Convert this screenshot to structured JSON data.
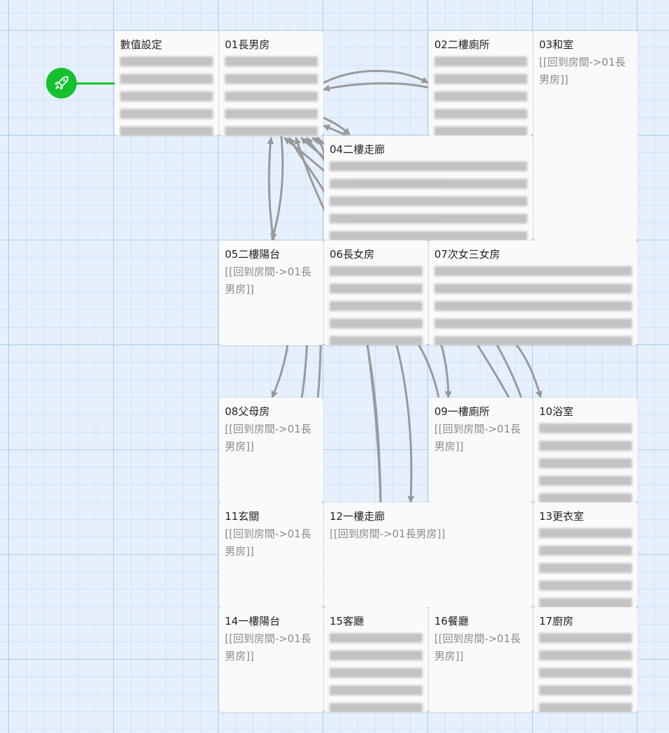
{
  "story": {
    "start_icon": "rocket-icon",
    "start_color": "#16c12f",
    "accent_link_color": "#999999"
  },
  "passages": [
    {
      "id": "settings",
      "title": "數值設定",
      "excerpt": "",
      "obscured": true
    },
    {
      "id": "p01",
      "title": "01長男房",
      "excerpt": "",
      "obscured": true
    },
    {
      "id": "p02",
      "title": "02二樓廁所",
      "excerpt": "",
      "obscured": true
    },
    {
      "id": "p03",
      "title": "03和室",
      "excerpt": "[[回到房間->01長男房]]",
      "obscured": false
    },
    {
      "id": "p04",
      "title": "04二樓走廊",
      "excerpt": "",
      "obscured": true
    },
    {
      "id": "p05",
      "title": "05二樓陽台",
      "excerpt": "[[回到房間->01長男房]]",
      "obscured": false
    },
    {
      "id": "p06",
      "title": "06長女房",
      "excerpt": "",
      "obscured": true
    },
    {
      "id": "p07",
      "title": "07次女三女房",
      "excerpt": "",
      "obscured": true
    },
    {
      "id": "p08",
      "title": "08父母房",
      "excerpt": "[[回到房間->01長男房]]",
      "obscured": false
    },
    {
      "id": "p09",
      "title": "09一樓廁所",
      "excerpt": "[[回到房間->01長男房]]",
      "obscured": false
    },
    {
      "id": "p10",
      "title": "10浴室",
      "excerpt": "",
      "obscured": true
    },
    {
      "id": "p11",
      "title": "11玄關",
      "excerpt": "[[回到房間->01長男房]]",
      "obscured": false
    },
    {
      "id": "p12",
      "title": "12一樓走廊",
      "excerpt": "[[回到房間->01長男房]]",
      "obscured": false
    },
    {
      "id": "p13",
      "title": "13更衣室",
      "excerpt": "",
      "obscured": true
    },
    {
      "id": "p14",
      "title": "14一樓陽台",
      "excerpt": "[[回到房間->01長男房]]",
      "obscured": false
    },
    {
      "id": "p15",
      "title": "15客廳",
      "excerpt": "",
      "obscured": true
    },
    {
      "id": "p16",
      "title": "16餐廳",
      "excerpt": "[[回到房間->01長男房]]",
      "obscured": false
    },
    {
      "id": "p17",
      "title": "17廚房",
      "excerpt": "",
      "obscured": true
    }
  ]
}
